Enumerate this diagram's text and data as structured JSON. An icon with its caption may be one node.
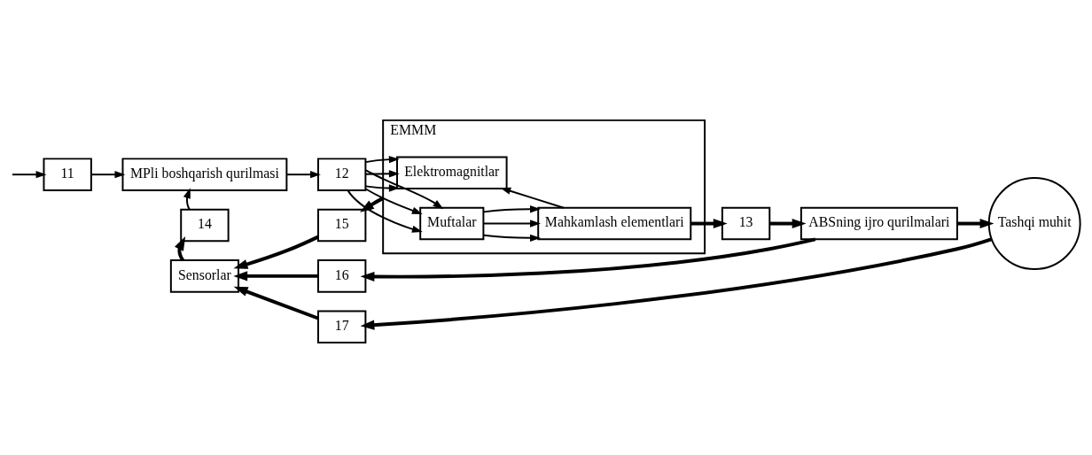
{
  "diagram": {
    "nodes": [
      {
        "text": [
          "11"
        ]
      },
      {
        "text": [
          "MPli boshqarish qurilmasi"
        ]
      },
      {
        "text": [
          "12"
        ]
      },
      {
        "text": [
          "EMMM"
        ]
      },
      {
        "text": [
          "Elektromagnitlar"
        ],
        "in": 3
      },
      {
        "text": [
          "Muftalar"
        ],
        "in": 3
      },
      {
        "text": [
          "Mahkamlash elementlari"
        ],
        "in": 3
      },
      {
        "text": [
          "13"
        ]
      },
      {
        "text": [
          "ABSning ijro qurilmalari"
        ]
      },
      {
        "text": [
          "Tashqi muhit"
        ]
      },
      {
        "text": [
          "14"
        ]
      },
      {
        "text": [
          "Sensorlar"
        ]
      },
      {
        "text": [
          "15"
        ]
      },
      {
        "text": [
          "16"
        ]
      },
      {
        "text": [
          "17"
        ]
      }
    ],
    "edges": [
      {
        "from": null,
        "to": 0,
        "arrow": "to"
      },
      {
        "from": 0,
        "to": 1,
        "arrow": "to"
      },
      {
        "from": 1,
        "to": 2,
        "arrow": "to"
      },
      {
        "from": 2,
        "to": 4,
        "arrow": "to"
      },
      {
        "from": 2,
        "to": 4,
        "arrow": "to"
      },
      {
        "from": 2,
        "to": 4,
        "arrow": "to"
      },
      {
        "from": 2,
        "to": 5,
        "arrow": "to"
      },
      {
        "from": 2,
        "to": 5,
        "arrow": "to"
      },
      {
        "from": 2,
        "to": 5,
        "arrow": "to"
      },
      {
        "from": 6,
        "to": 4,
        "arrow": "to"
      },
      {
        "from": 5,
        "to": 6,
        "arrow": "to"
      },
      {
        "from": 5,
        "to": 6,
        "arrow": "to"
      },
      {
        "from": 5,
        "to": 6,
        "arrow": "to"
      },
      {
        "from": 6,
        "to": 7,
        "arrow": "to",
        "style": "thick"
      },
      {
        "from": 7,
        "to": 8,
        "arrow": "to",
        "style": "thick"
      },
      {
        "from": 8,
        "to": 9,
        "arrow": "to",
        "style": "thick"
      },
      {
        "from": 3,
        "to": 12,
        "arrow": "to",
        "style": "thick"
      },
      {
        "from": 12,
        "to": 11,
        "arrow": "to",
        "style": "thick"
      },
      {
        "from": 8,
        "to": 13,
        "arrow": "to",
        "style": "thick"
      },
      {
        "from": 13,
        "to": 11,
        "arrow": "to",
        "style": "thick"
      },
      {
        "from": 9,
        "to": 14,
        "arrow": "to",
        "style": "thick"
      },
      {
        "from": 14,
        "to": 11,
        "arrow": "to",
        "style": "thick"
      },
      {
        "from": 11,
        "to": 10,
        "arrow": "to",
        "style": "thick"
      },
      {
        "from": 10,
        "to": 1,
        "arrow": "to"
      }
    ]
  }
}
